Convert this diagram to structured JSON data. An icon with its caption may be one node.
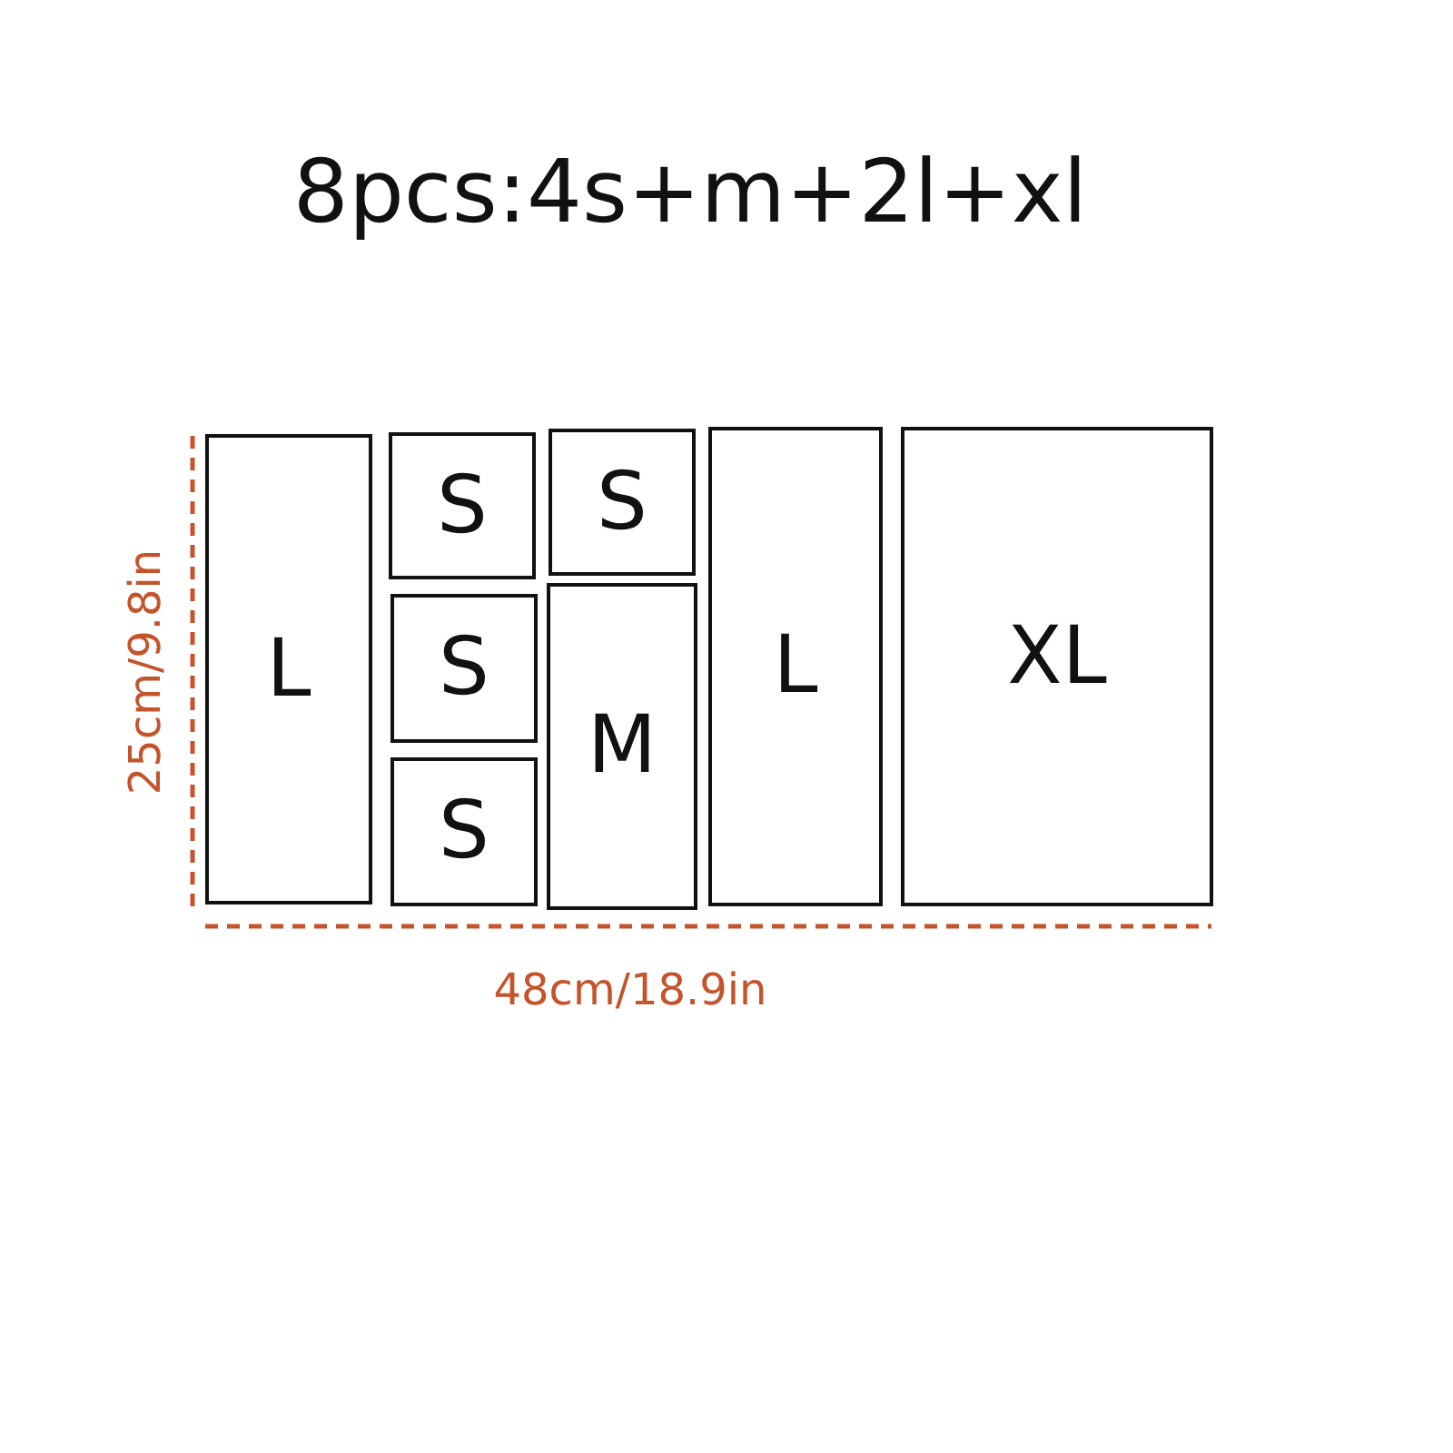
{
  "diagram": {
    "title": "8pcs:4s+m+2l+xl",
    "nodes": [
      {
        "text": [
          "L"
        ]
      },
      {
        "text": [
          "S"
        ]
      },
      {
        "text": [
          "S"
        ]
      },
      {
        "text": [
          "S"
        ]
      },
      {
        "text": [
          "S"
        ]
      },
      {
        "text": [
          "M"
        ]
      },
      {
        "text": [
          "L"
        ]
      },
      {
        "text": [
          "XL"
        ]
      }
    ],
    "labels": [
      "25cm/9.8in",
      "48cm/18.9in"
    ]
  }
}
